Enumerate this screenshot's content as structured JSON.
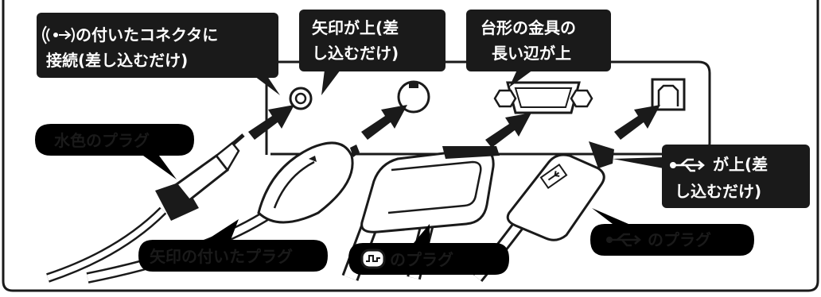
{
  "figure": {
    "callouts": {
      "audio_connector": [
        "の付いたコネクタに",
        "接続(差し込むだけ)"
      ],
      "arrow_up": [
        "矢印が上(差",
        "し込むだけ)"
      ],
      "trapezoid_up": [
        "台形の金具の",
        "長い辺が上"
      ],
      "usb_up": [
        "が上(差",
        "し込むだけ)"
      ],
      "light_blue_plug": "水色のプラグ",
      "arrow_plug": "矢印の付いたプラグ",
      "monitor_plug": "のプラグ",
      "usb_plug": "のプラグ"
    },
    "icons": {
      "audio": "audio-jack-icon",
      "monitor": "monitor-port-icon",
      "usb": "usb-trident-icon"
    },
    "colors": {
      "ink": "#1a1a1a",
      "paper": "#ffffff",
      "callout_dark": "#1a1a1a"
    }
  }
}
